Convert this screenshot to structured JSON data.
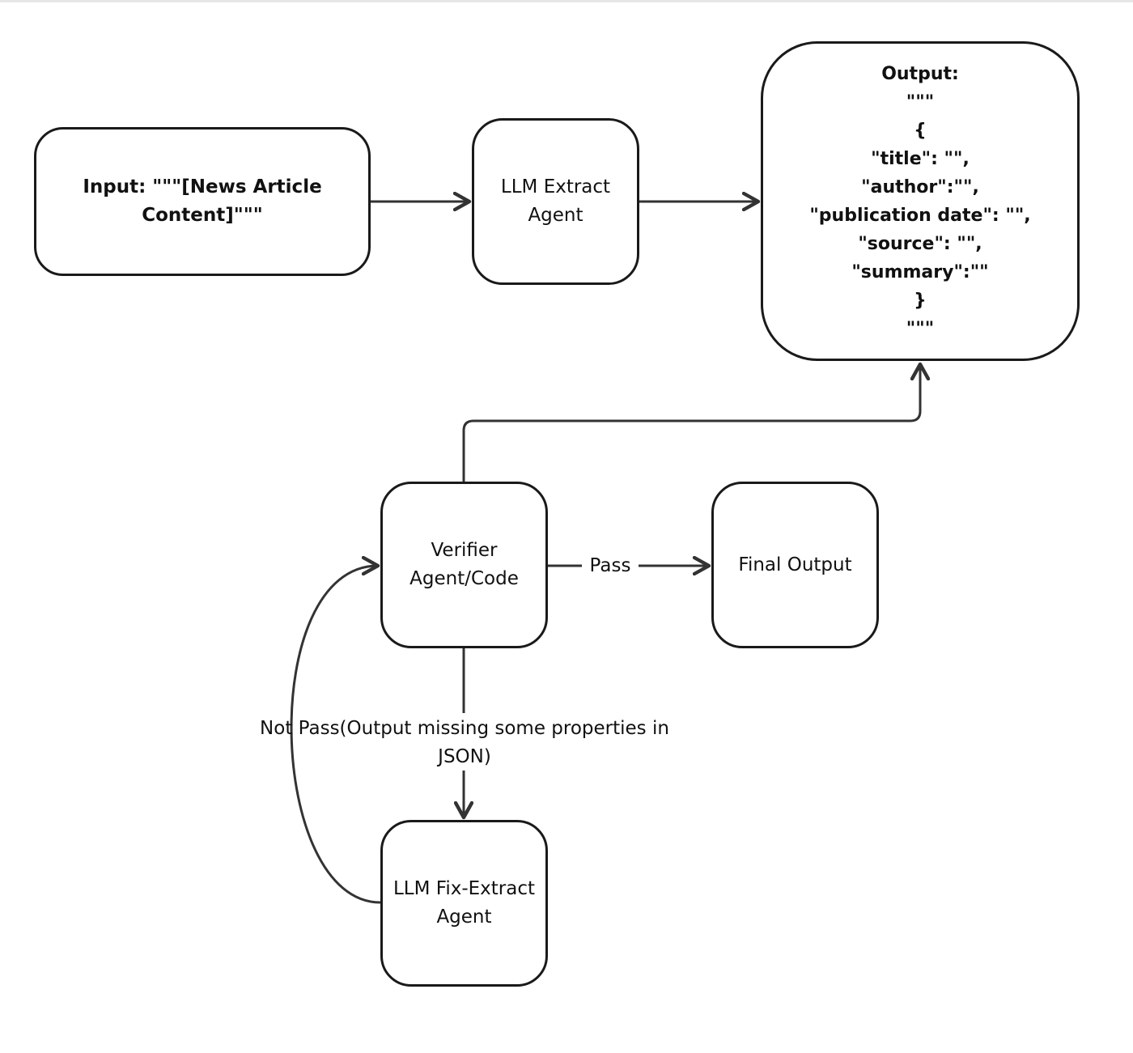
{
  "nodes": {
    "input": {
      "label": "Input: \"\"\"[News Article Content]\"\"\""
    },
    "extract": {
      "label": "LLM Extract Agent"
    },
    "output": {
      "lines": [
        "Output:",
        "\"\"\"",
        "{",
        "\"title\": \"\",",
        "\"author\":\"\",",
        "\"publication date\": \"\",",
        "\"source\": \"\",",
        "\"summary\":\"\"",
        "}",
        "\"\"\""
      ]
    },
    "verifier": {
      "label": "Verifier Agent/Code"
    },
    "final": {
      "label": "Final Output"
    },
    "fix": {
      "label": "LLM Fix-Extract Agent"
    }
  },
  "edges": {
    "pass_label": "Pass",
    "not_pass_label": "Not Pass(Output missing some properties in JSON)"
  },
  "colors": {
    "stroke": "#1a1a1a",
    "arrow": "#333333",
    "background": "#ffffff"
  }
}
